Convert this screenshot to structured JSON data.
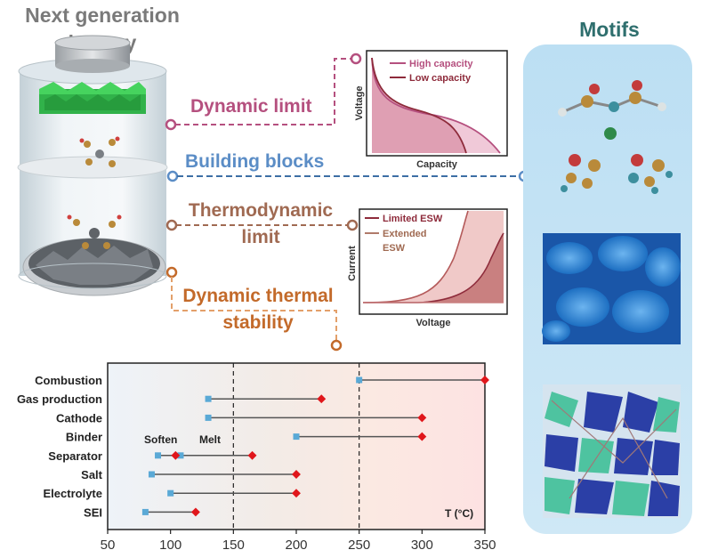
{
  "header": {
    "title_line1": "Next generation",
    "title_line2": "battery",
    "motifs": "Motifs"
  },
  "labels": {
    "dynamic_limit": "Dynamic limit",
    "building_blocks": "Building blocks",
    "thermo_line1": "Thermodynamic",
    "thermo_line2": "limit",
    "dts_line1": "Dynamic thermal",
    "dts_line2": "stability"
  },
  "capacity_panel": {
    "legend_high": "High capacity",
    "legend_low": "Low capacity",
    "xlabel": "Capacity",
    "ylabel": "Voltage",
    "color_high": "#b5507f",
    "color_low": "#8e2b3b"
  },
  "esw_panel": {
    "legend_limited": "Limited ESW",
    "legend_extended_1": "Extended",
    "legend_extended_2": "ESW",
    "xlabel": "Voltage",
    "ylabel": "Current",
    "color_limited": "#8e2b3b",
    "color_extended": "#b07a6a"
  },
  "chart_data": {
    "type": "scatter",
    "xlim": [
      50,
      350
    ],
    "x_ticks": [
      50,
      100,
      150,
      200,
      250,
      300,
      350
    ],
    "x_unit_label": "T (°C)",
    "dashed_lines": [
      150,
      250
    ],
    "annotations": {
      "soften": "Soften",
      "melt": "Melt"
    },
    "categories": [
      "Combustion",
      "Gas production",
      "Cathode",
      "Binder",
      "Separator",
      "Salt",
      "Electrolyte",
      "SEI"
    ],
    "start_values": [
      250,
      130,
      130,
      200,
      90,
      85,
      100,
      80
    ],
    "end_values": [
      350,
      220,
      300,
      300,
      165,
      200,
      200,
      120
    ],
    "separator_extra": {
      "melt_start": 108,
      "soften_end": 104
    },
    "start_color": "#5aa9d6",
    "end_color": "#e0161b"
  }
}
